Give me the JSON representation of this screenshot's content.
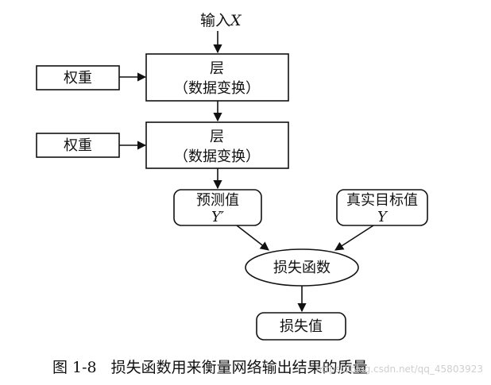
{
  "input": {
    "label": "输入",
    "var": "X"
  },
  "weight_label": "权重",
  "layer": {
    "title": "层",
    "subtitle": "（数据变换）"
  },
  "prediction": {
    "label": "预测值",
    "var": "Y′"
  },
  "target": {
    "label": "真实目标值",
    "var": "Y"
  },
  "loss_function": "损失函数",
  "loss_value": "损失值",
  "caption": {
    "number": "图 1-8",
    "text": "损失函数用来衡量网络输出结果的质量"
  },
  "watermark": "https://blog.csdn.net/qq_45803923"
}
